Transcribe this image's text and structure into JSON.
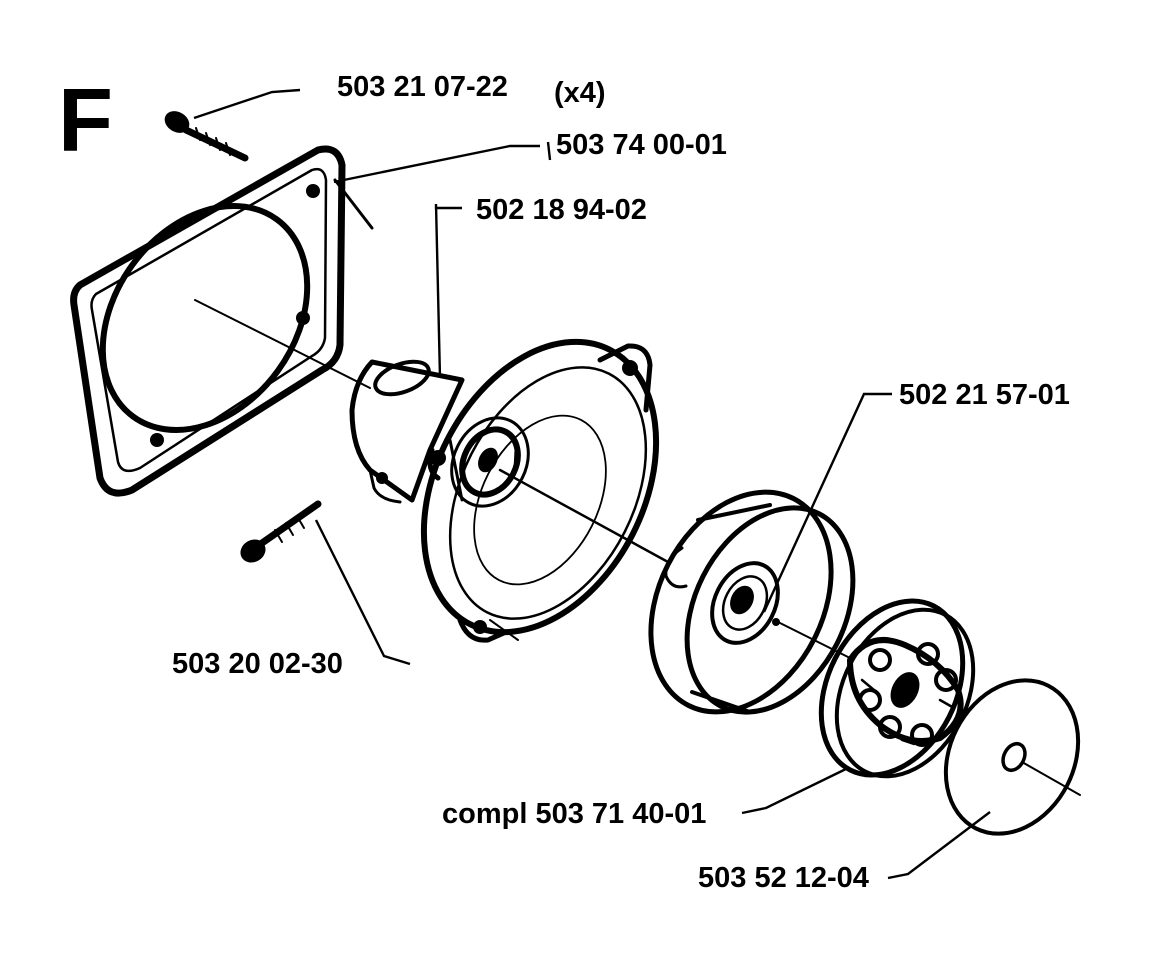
{
  "section_letter": "F",
  "quantity_note": "(x4)",
  "parts": [
    {
      "id": "screw-top",
      "number": "503 21 07-22"
    },
    {
      "id": "gasket",
      "number": "503 74 00-01"
    },
    {
      "id": "housing",
      "number": "502 18 94-02"
    },
    {
      "id": "drum",
      "number": "502 21 57-01"
    },
    {
      "id": "screw-bottom",
      "number": "503 20 02-30"
    },
    {
      "id": "clutch",
      "number": "compl 503 71 40-01"
    },
    {
      "id": "washer",
      "number": "503 52 12-04"
    }
  ]
}
